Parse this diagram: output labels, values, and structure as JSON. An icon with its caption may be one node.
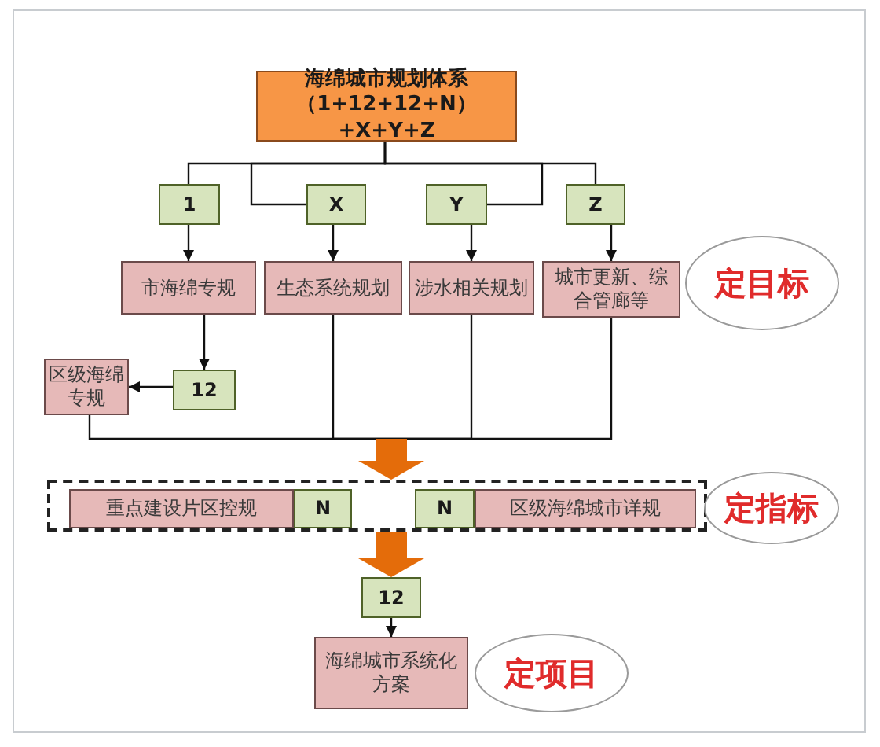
{
  "diagram": {
    "nodes": [
      {
        "text": [
          "海绵城市规划体系",
          "（1+12+12+N）+X+Y+Z"
        ]
      },
      {
        "text": [
          "1"
        ]
      },
      {
        "text": [
          "X"
        ]
      },
      {
        "text": [
          "Y"
        ]
      },
      {
        "text": [
          "Z"
        ]
      },
      {
        "text": [
          "市海绵专规"
        ]
      },
      {
        "text": [
          "生态系统规划"
        ]
      },
      {
        "text": [
          "涉水相关规划"
        ]
      },
      {
        "text": [
          "城市更新、综合管廊等"
        ]
      },
      {
        "text": [
          "定目标"
        ]
      },
      {
        "text": [
          "12"
        ]
      },
      {
        "text": [
          "区级海绵专规"
        ]
      },
      {
        "text": [],
        "shape": "box"
      },
      {
        "text": [
          "重点建设片区控规"
        ],
        "in": 12
      },
      {
        "text": [
          "N"
        ],
        "in": 12
      },
      {
        "text": [
          "N"
        ],
        "in": 12
      },
      {
        "text": [
          "区级海绵城市详规"
        ],
        "in": 12
      },
      {
        "text": [
          "定指标"
        ]
      },
      {
        "text": [
          "12"
        ]
      },
      {
        "text": [
          "海绵城市系统化方案"
        ]
      },
      {
        "text": [
          "定项目"
        ]
      }
    ],
    "edges": [
      {
        "from": 0,
        "to": 1,
        "arrow": "none"
      },
      {
        "from": 0,
        "to": 2,
        "arrow": "none"
      },
      {
        "from": 0,
        "to": 3,
        "arrow": "none"
      },
      {
        "from": 0,
        "to": 4,
        "arrow": "none"
      },
      {
        "from": 1,
        "to": 5,
        "arrow": "to"
      },
      {
        "from": 2,
        "to": 6,
        "arrow": "to"
      },
      {
        "from": 3,
        "to": 7,
        "arrow": "to"
      },
      {
        "from": 4,
        "to": 8,
        "arrow": "to"
      },
      {
        "from": 5,
        "to": 10,
        "arrow": "to"
      },
      {
        "from": 10,
        "to": 11,
        "arrow": "to"
      },
      {
        "from": 11,
        "to": 12,
        "arrow": "to"
      },
      {
        "from": 6,
        "to": 12,
        "arrow": "to"
      },
      {
        "from": 7,
        "to": 12,
        "arrow": "to"
      },
      {
        "from": 8,
        "to": 12,
        "arrow": "to"
      },
      {
        "from": 12,
        "to": 18,
        "arrow": "to",
        "style": "thick",
        "color": "#e46c0a"
      },
      {
        "from": 18,
        "to": 19,
        "arrow": "to"
      }
    ]
  }
}
